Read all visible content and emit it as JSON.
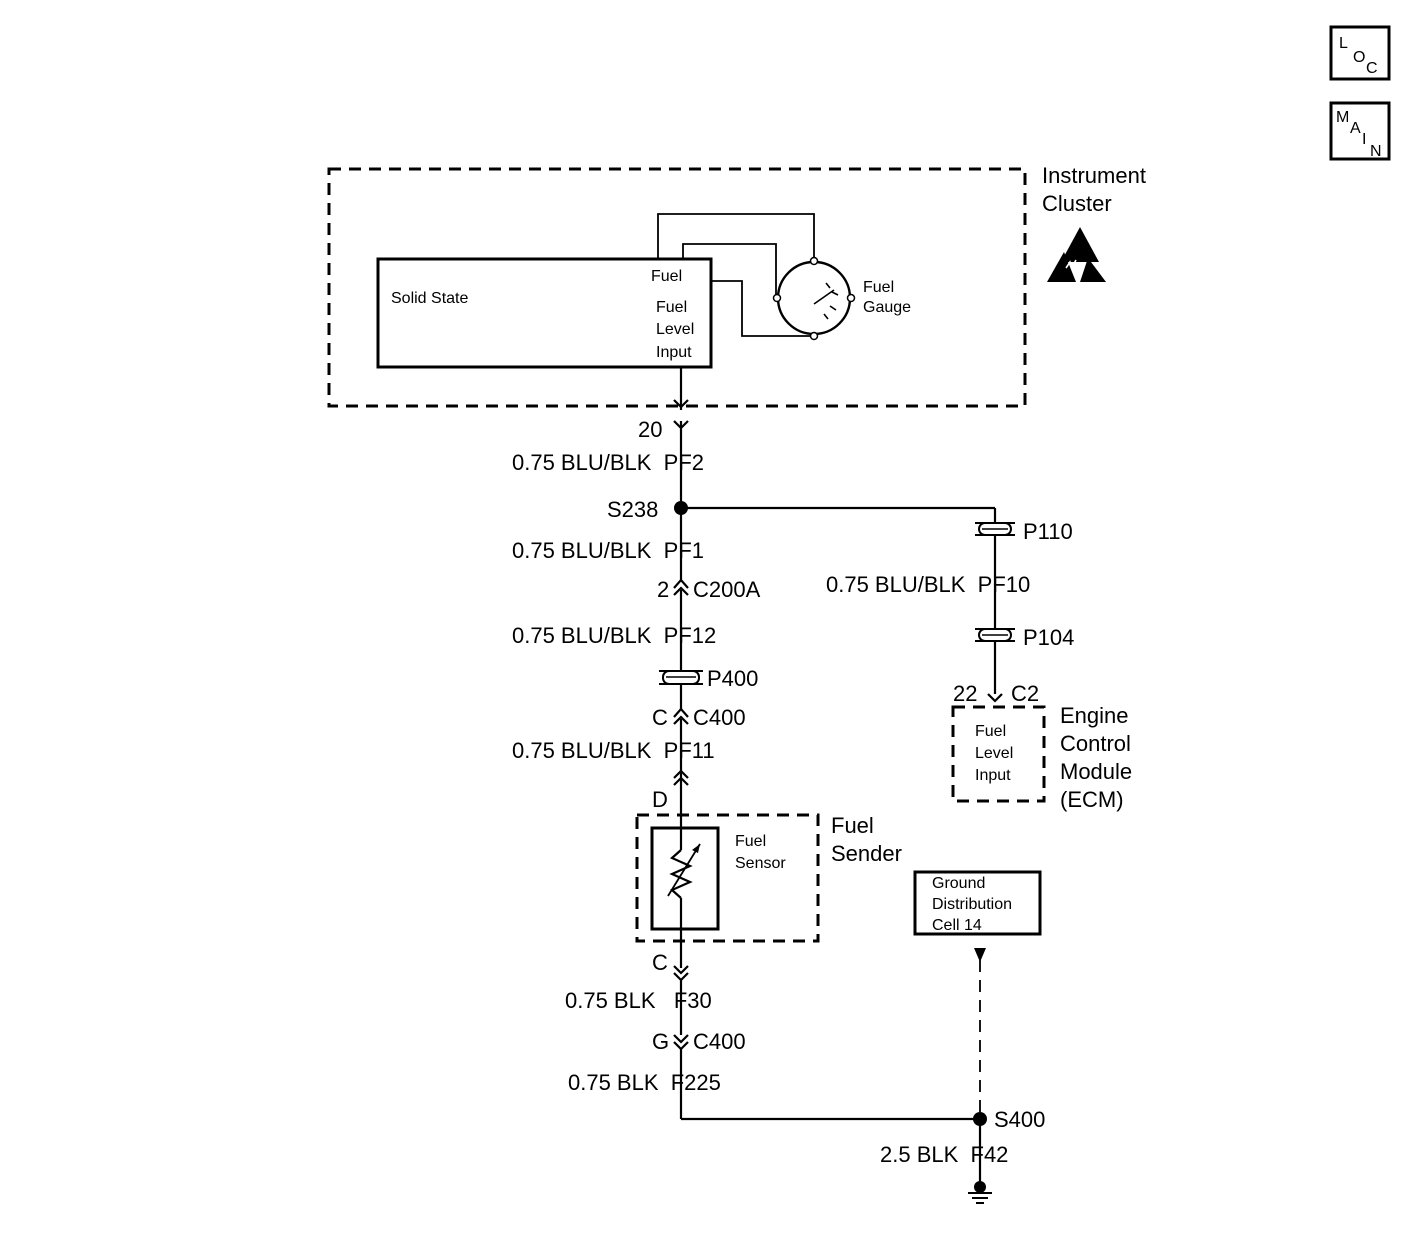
{
  "nav": {
    "loc": [
      "L",
      "O",
      "C"
    ],
    "main": [
      "M",
      "A",
      "I",
      "N"
    ]
  },
  "cluster": {
    "title_line1": "Instrument",
    "title_line2": "Cluster",
    "solid_state": "Solid State",
    "fuel_label": "Fuel",
    "input_line1": "Fuel",
    "input_line2": "Level",
    "input_line3": "Input",
    "gauge_line1": "Fuel",
    "gauge_line2": "Gauge",
    "esd_icon": "esd-warning-icon"
  },
  "wires": {
    "pin20": "20",
    "pf2": "0.75 BLU/BLK  PF2",
    "s238": "S238",
    "pf1": "0.75 BLU/BLK  PF1",
    "c200a_pin": "2",
    "c200a": "C200A",
    "pf12": "0.75 BLU/BLK  PF12",
    "p400": "P400",
    "c400_pin_c": "C",
    "c400": "C400",
    "pf11": "0.75 BLU/BLK  PF11",
    "pin_d": "D",
    "pin_c_lower": "C",
    "f30": "0.75 BLK   F30",
    "c400_pin_g": "G",
    "c400_lower": "C400",
    "f225": "0.75 BLK  F225",
    "p110": "P110",
    "pf10": "0.75 BLU/BLK  PF10",
    "p104": "P104",
    "ecm_pin": "22",
    "ecm_conn": "C2",
    "s400": "S400",
    "f42": "2.5 BLK  F42"
  },
  "sender": {
    "title_line1": "Fuel",
    "title_line2": "Sender",
    "sensor_line1": "Fuel",
    "sensor_line2": "Sensor"
  },
  "ecm": {
    "title_line1": "Engine",
    "title_line2": "Control",
    "title_line3": "Module",
    "title_line4": "(ECM)",
    "input_line1": "Fuel",
    "input_line2": "Level",
    "input_line3": "Input"
  },
  "ground_ref": {
    "line1": "Ground",
    "line2": "Distribution",
    "line3": "Cell 14"
  },
  "icons": {
    "splice": "splice-dot-icon",
    "ground": "ground-icon",
    "pass_through": "pass-through-connector-icon",
    "connector": "inline-connector-icon",
    "gauge": "fuel-gauge-icon",
    "resistor": "variable-resistor-icon"
  }
}
